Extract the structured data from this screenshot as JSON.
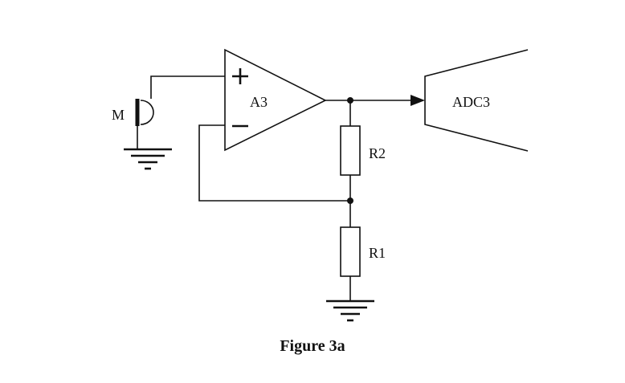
{
  "diagram": {
    "labels": {
      "microphone": "M",
      "amplifier": "A3",
      "plus": "+",
      "minus": "−",
      "r2": "R2",
      "r1": "R1",
      "adc": "ADC3"
    },
    "caption": "Figure 3a"
  }
}
